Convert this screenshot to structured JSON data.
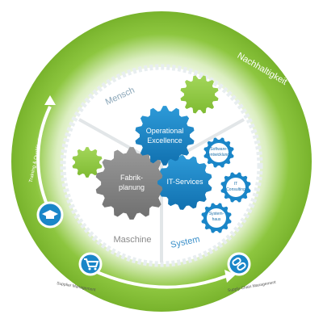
{
  "outer_ring": {
    "sustainability": "Nachhaltigkeit",
    "training": "Training & Qualifikation",
    "supplier": "Supplier Management",
    "supply_chain": "Supply Chain Management"
  },
  "sectors": {
    "mensch": "Mensch",
    "maschine": "Maschine",
    "system": "System"
  },
  "gears": {
    "operational_excellence": [
      "Operational",
      "Excellence"
    ],
    "fabrikplanung": [
      "Fabrik-",
      "planung"
    ],
    "it_services": "IT-Services"
  },
  "small_gears": {
    "software": [
      "Software-",
      "entwicklung"
    ],
    "it_consulting": [
      "IT",
      "Consulting"
    ],
    "systemhaus": [
      "System-",
      "haus"
    ]
  },
  "icons": {
    "training": "graduation-cap-icon",
    "supplier": "cart-icon",
    "supply_chain": "chain-link-icon"
  },
  "colors": {
    "green": "#8dc63f",
    "blue": "#1a86c8",
    "gray": "#8b8b8b",
    "light_blue": "#5aa7d9"
  }
}
